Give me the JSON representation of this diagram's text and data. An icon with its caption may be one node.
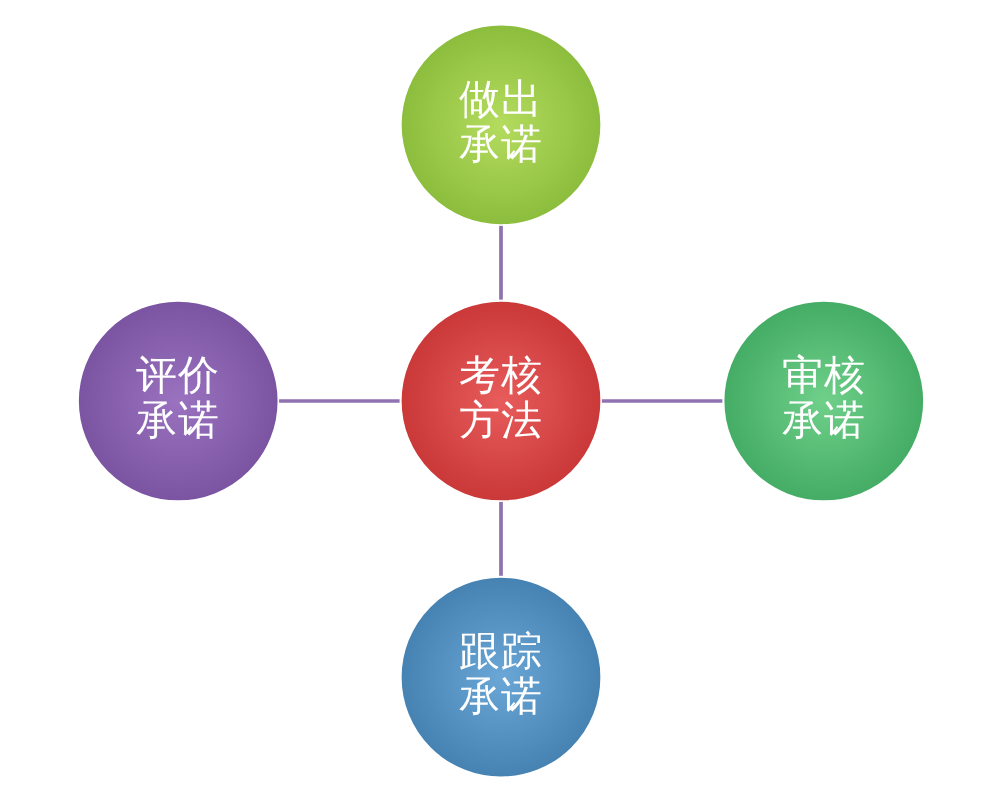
{
  "diagram": {
    "nodes": [
      {
        "text": [
          "做出承诺"
        ]
      },
      {
        "text": [
          "评价承诺"
        ]
      },
      {
        "text": [
          "考核方法"
        ]
      },
      {
        "text": [
          "审核承诺"
        ]
      },
      {
        "text": [
          "跟踪承诺"
        ]
      }
    ],
    "edges": [
      {
        "from": 0,
        "to": 2,
        "arrow": "none"
      },
      {
        "from": 1,
        "to": 2,
        "arrow": "none"
      },
      {
        "from": 2,
        "to": 3,
        "arrow": "none"
      },
      {
        "from": 2,
        "to": 4,
        "arrow": "none"
      }
    ]
  }
}
